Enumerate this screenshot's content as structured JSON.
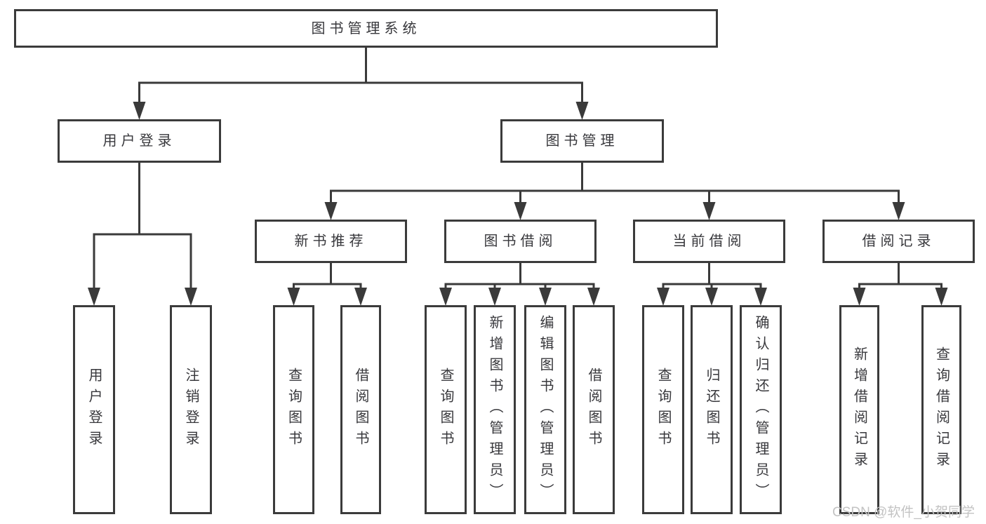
{
  "nodes": {
    "root": {
      "label": "图书管理系统"
    },
    "user_login": {
      "label": "用户登录"
    },
    "book_mgmt": {
      "label": "图书管理"
    },
    "new_books": {
      "label": "新书推荐"
    },
    "book_borrow": {
      "label": "图书借阅"
    },
    "current_borrow": {
      "label": "当前借阅"
    },
    "borrow_records": {
      "label": "借阅记录"
    },
    "login": {
      "label": "用户登录"
    },
    "logout": {
      "label": "注销登录"
    },
    "nb_query": {
      "label": "查询图书"
    },
    "nb_borrow": {
      "label": "借阅图书"
    },
    "bb_query": {
      "label": "查询图书"
    },
    "bb_add": {
      "label": "新增图书（管理员）"
    },
    "bb_edit": {
      "label": "编辑图书（管理员）"
    },
    "bb_borrow": {
      "label": "借阅图书"
    },
    "cb_query": {
      "label": "查询图书"
    },
    "cb_return": {
      "label": "归还图书"
    },
    "cb_confirm": {
      "label": "确认归还（管理员）"
    },
    "br_add": {
      "label": "新增借阅记录"
    },
    "br_query": {
      "label": "查询借阅记录"
    }
  },
  "edges": [
    [
      "root",
      "user_login"
    ],
    [
      "root",
      "book_mgmt"
    ],
    [
      "user_login",
      "login"
    ],
    [
      "user_login",
      "logout"
    ],
    [
      "book_mgmt",
      "new_books"
    ],
    [
      "book_mgmt",
      "book_borrow"
    ],
    [
      "book_mgmt",
      "current_borrow"
    ],
    [
      "book_mgmt",
      "borrow_records"
    ],
    [
      "new_books",
      "nb_query"
    ],
    [
      "new_books",
      "nb_borrow"
    ],
    [
      "book_borrow",
      "bb_query"
    ],
    [
      "book_borrow",
      "bb_add"
    ],
    [
      "book_borrow",
      "bb_edit"
    ],
    [
      "book_borrow",
      "bb_borrow"
    ],
    [
      "current_borrow",
      "cb_query"
    ],
    [
      "current_borrow",
      "cb_return"
    ],
    [
      "current_borrow",
      "cb_confirm"
    ],
    [
      "borrow_records",
      "br_add"
    ],
    [
      "borrow_records",
      "br_query"
    ]
  ],
  "watermark": {
    "text": "CSDN @软件_小贺同学"
  },
  "colors": {
    "line": "#3a3a3a",
    "text": "#38383c",
    "watermark": "#c3c3c3",
    "background": "#ffffff"
  }
}
